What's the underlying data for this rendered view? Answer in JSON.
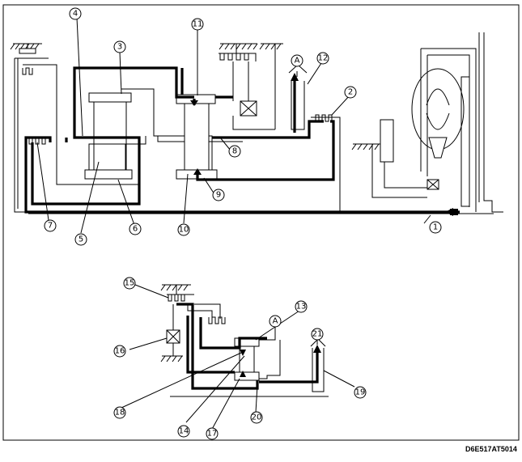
{
  "callouts": [
    "1",
    "2",
    "3",
    "4",
    "5",
    "6",
    "7",
    "8",
    "9",
    "10",
    "11",
    "12",
    "13",
    "14",
    "15",
    "16",
    "17",
    "18",
    "19",
    "20",
    "21"
  ],
  "connector_label": "A",
  "reference_code": "D6E517AT5014"
}
